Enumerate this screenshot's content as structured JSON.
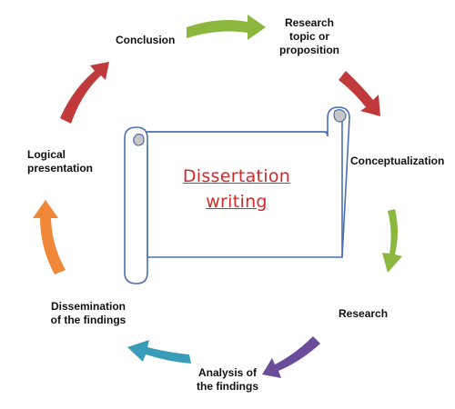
{
  "diagram": {
    "center": {
      "title_line1": "Dissertation",
      "title_line2": "writing"
    },
    "stages": [
      {
        "id": "research-topic",
        "line1": "Research",
        "line2": "topic or",
        "line3": "proposition"
      },
      {
        "id": "conceptualization",
        "line1": "Conceptualization"
      },
      {
        "id": "research",
        "line1": "Research"
      },
      {
        "id": "analysis",
        "line1": "Analysis of",
        "line2": "the findings"
      },
      {
        "id": "dissemination",
        "line1": "Dissemination",
        "line2": "of the findings"
      },
      {
        "id": "logical-presentation",
        "line1": "Logical",
        "line2": "presentation"
      },
      {
        "id": "conclusion",
        "line1": "Conclusion"
      }
    ],
    "arrow_colors": {
      "green": "#8cb73f",
      "red": "#c0393b",
      "purple": "#6b4c9a",
      "teal": "#3a9cb8",
      "orange": "#f0883a",
      "scroll_fill": "#ffffff",
      "scroll_stroke": "#4a6fb5",
      "scroll_curl": "#c7c7c7"
    }
  }
}
